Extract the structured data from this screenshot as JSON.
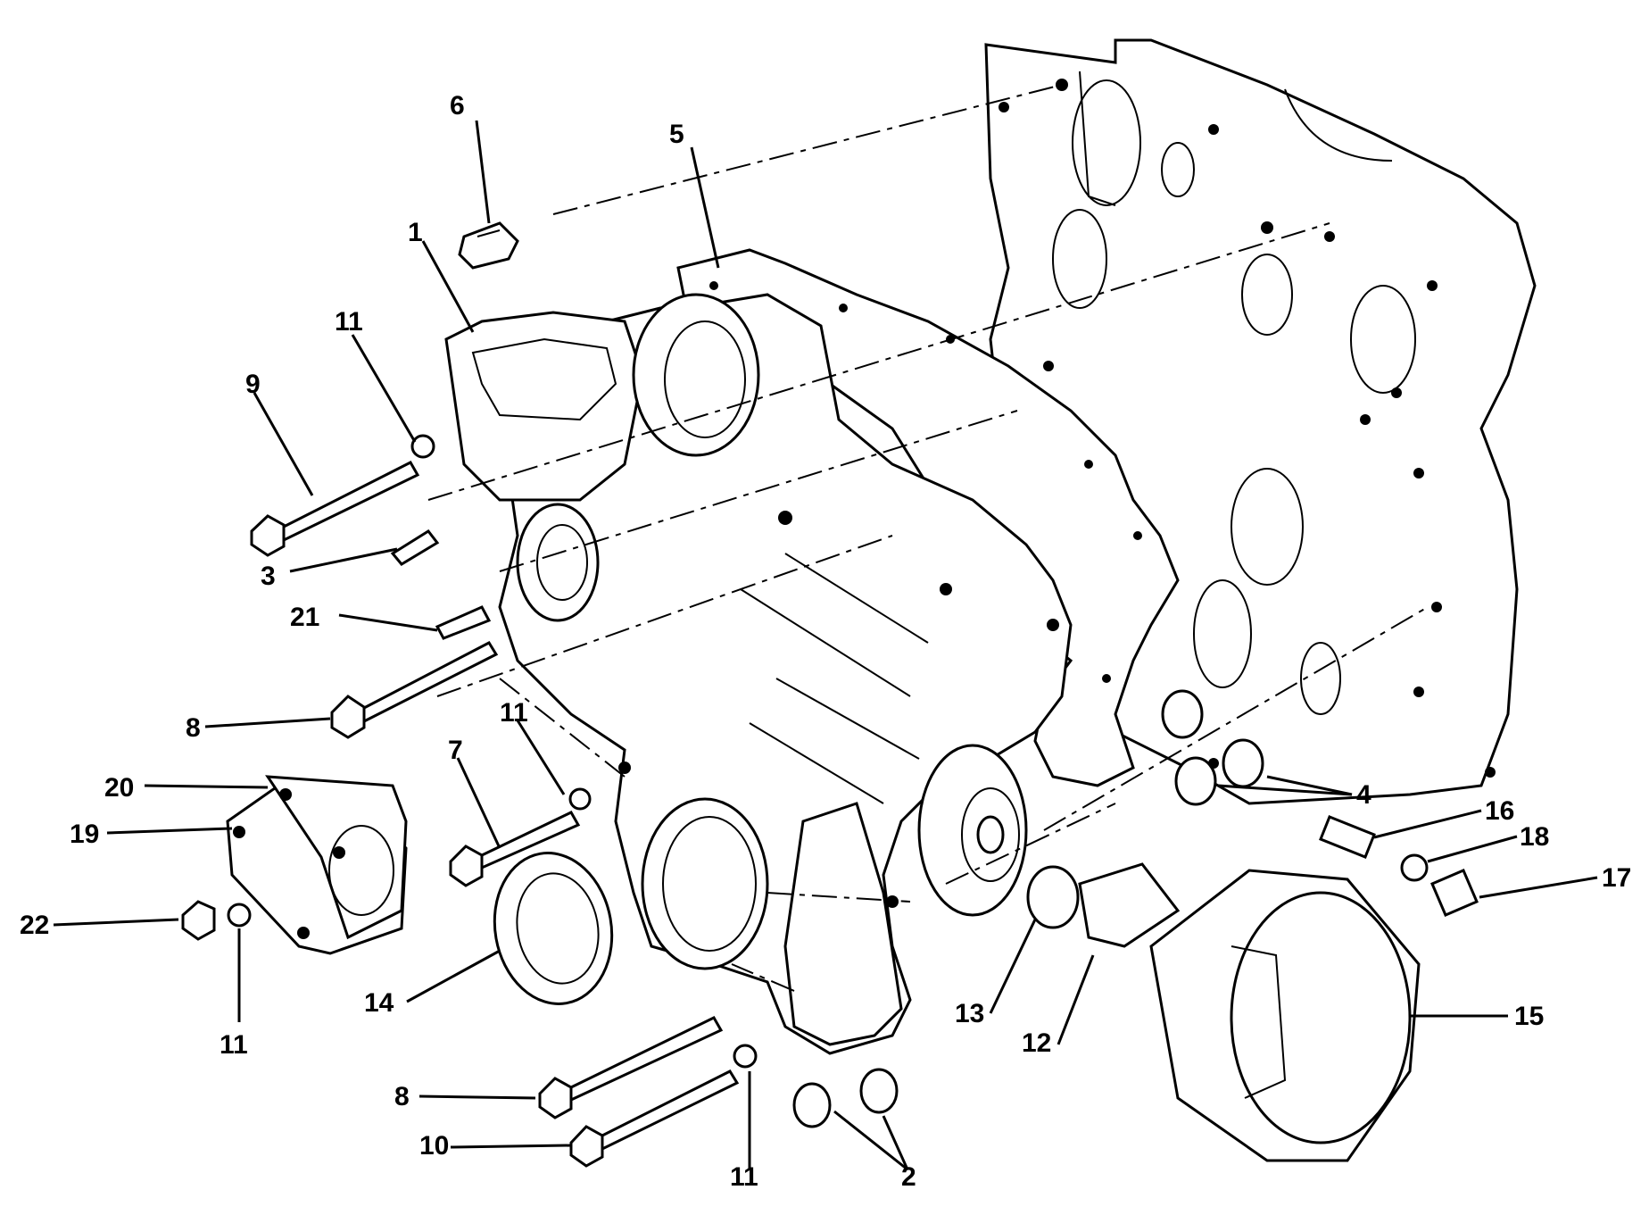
{
  "callouts": [
    {
      "id": "c1",
      "label": "1"
    },
    {
      "id": "c2",
      "label": "2"
    },
    {
      "id": "c3",
      "label": "3"
    },
    {
      "id": "c4",
      "label": "4"
    },
    {
      "id": "c5",
      "label": "5"
    },
    {
      "id": "c6",
      "label": "6"
    },
    {
      "id": "c7",
      "label": "7"
    },
    {
      "id": "c8a",
      "label": "8"
    },
    {
      "id": "c8b",
      "label": "8"
    },
    {
      "id": "c9",
      "label": "9"
    },
    {
      "id": "c10",
      "label": "10"
    },
    {
      "id": "c11a",
      "label": "11"
    },
    {
      "id": "c11b",
      "label": "11"
    },
    {
      "id": "c11c",
      "label": "11"
    },
    {
      "id": "c11d",
      "label": "11"
    },
    {
      "id": "c12",
      "label": "12"
    },
    {
      "id": "c13",
      "label": "13"
    },
    {
      "id": "c14",
      "label": "14"
    },
    {
      "id": "c15",
      "label": "15"
    },
    {
      "id": "c16",
      "label": "16"
    },
    {
      "id": "c17",
      "label": "17"
    },
    {
      "id": "c18",
      "label": "18"
    },
    {
      "id": "c19",
      "label": "19"
    },
    {
      "id": "c20",
      "label": "20"
    },
    {
      "id": "c21",
      "label": "21"
    },
    {
      "id": "c22",
      "label": "22"
    }
  ]
}
